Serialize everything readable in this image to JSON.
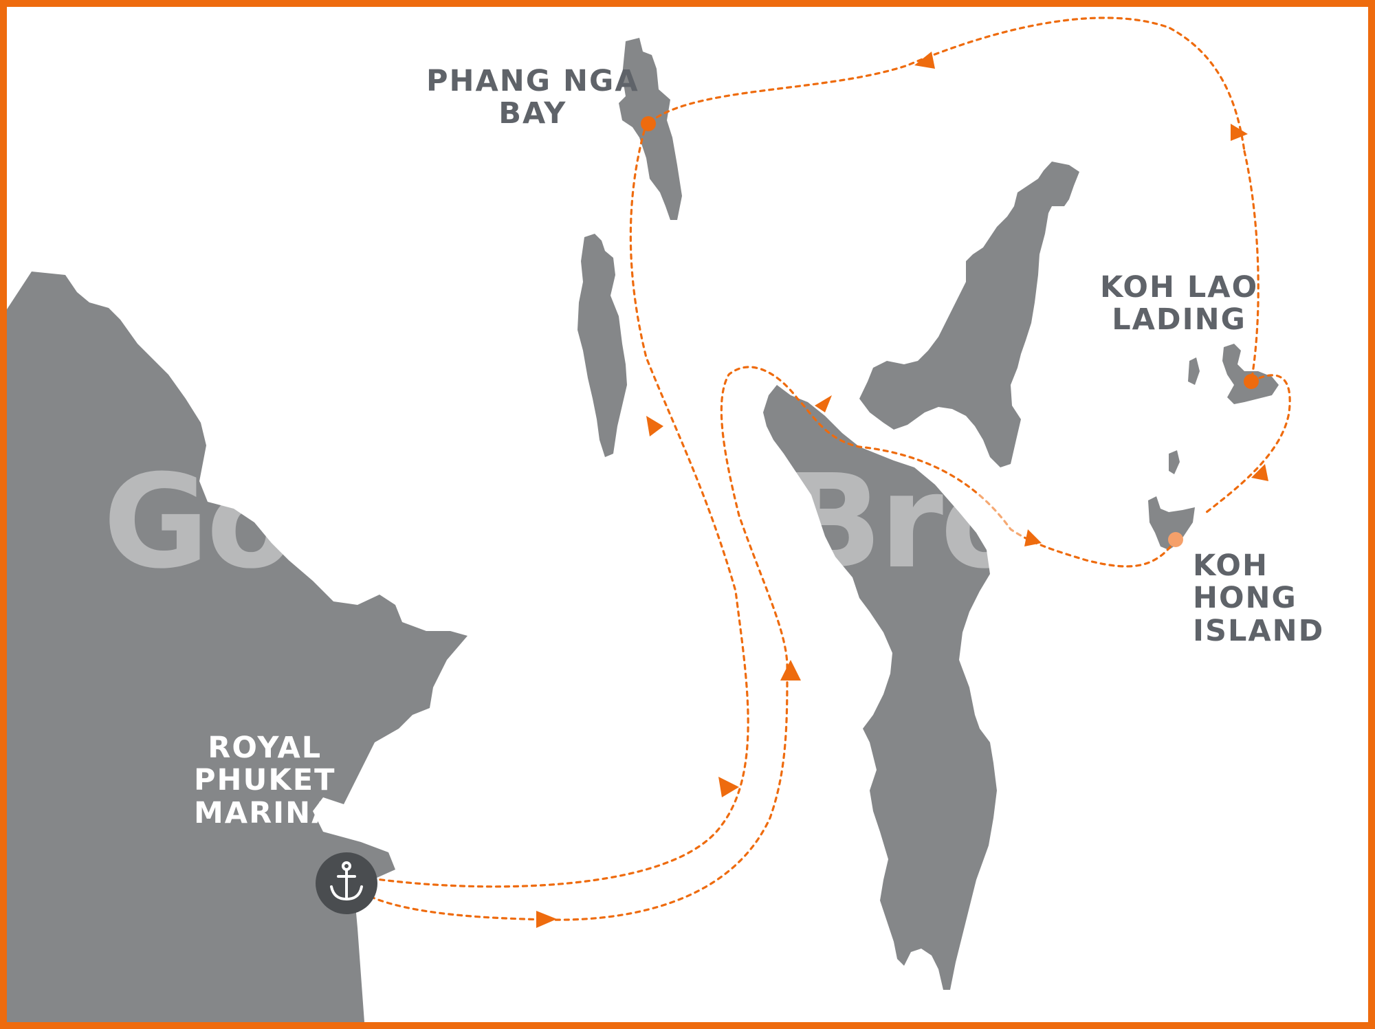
{
  "map": {
    "colors": {
      "frame": "#ee6b0e",
      "land": "#858789",
      "route": "#ee6b0e",
      "label": "#5f6369",
      "anchor_badge": "#4a4d50"
    },
    "watermark": {
      "left": "Go",
      "right": "Bro"
    },
    "labels": {
      "phang_nga_bay": {
        "line1": "PHANG NGA",
        "line2": "BAY"
      },
      "koh_lao_lading": {
        "line1": "KOH LAO",
        "line2": "LADING"
      },
      "koh_hong_island": {
        "line1": "KOH",
        "line2": "HONG",
        "line3": "ISLAND"
      },
      "royal_phuket_marina": {
        "line1": "ROYAL",
        "line2": "PHUKET",
        "line3": "MARINA"
      }
    },
    "icons": {
      "start_marker": "anchor-icon",
      "stop_marker": "circle-dot"
    }
  }
}
